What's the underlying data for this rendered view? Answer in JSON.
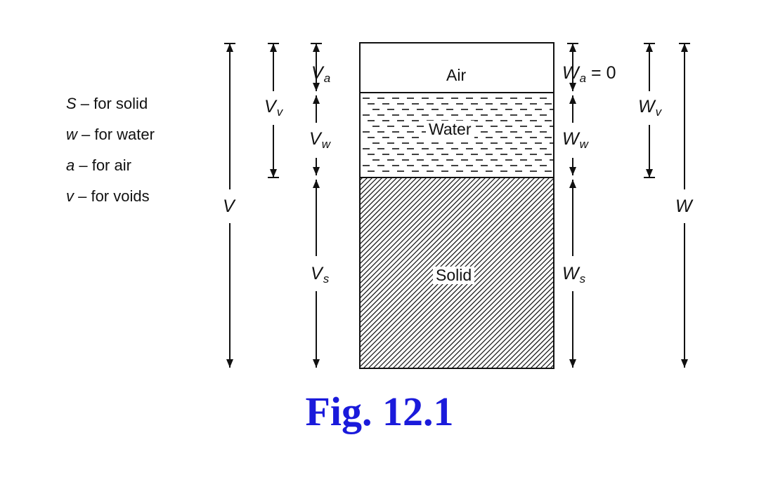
{
  "legend": {
    "items": [
      {
        "symbol": "S",
        "text": " – for solid"
      },
      {
        "symbol": "w",
        "text": " – for water"
      },
      {
        "symbol": "a",
        "text": " – for air"
      },
      {
        "symbol": "v",
        "text": " – for voids"
      }
    ]
  },
  "phases": {
    "air": "Air",
    "water": "Water",
    "solid": "Solid"
  },
  "volume_labels": {
    "total": {
      "main": "V",
      "sub": ""
    },
    "voids": {
      "main": "V",
      "sub": "v"
    },
    "air": {
      "main": "V",
      "sub": "a"
    },
    "water": {
      "main": "V",
      "sub": "w"
    },
    "solid": {
      "main": "V",
      "sub": "s"
    }
  },
  "weight_labels": {
    "air": {
      "main": "W",
      "sub": "a",
      "suffix": " = 0"
    },
    "water": {
      "main": "W",
      "sub": "w"
    },
    "solid": {
      "main": "W",
      "sub": "s"
    },
    "voids": {
      "main": "W",
      "sub": "v"
    },
    "total": {
      "main": "W",
      "sub": ""
    }
  },
  "caption": "Fig. 12.1",
  "colors": {
    "line": "#111111",
    "caption": "#1a1adb"
  }
}
